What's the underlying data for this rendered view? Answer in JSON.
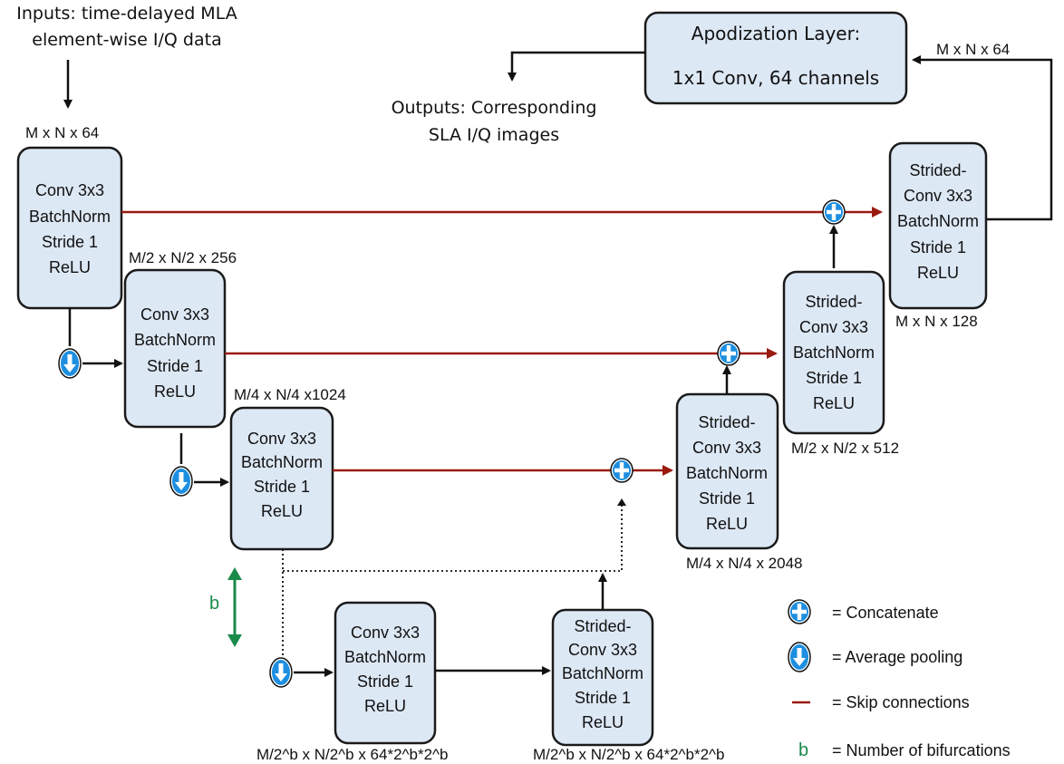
{
  "inputs": {
    "line1": "Inputs: time-delayed MLA",
    "line2": "element-wise I/Q data"
  },
  "outputs": {
    "line1": "Outputs: Corresponding",
    "line2": "SLA I/Q images"
  },
  "apodization": {
    "title": "Apodization Layer:",
    "detail": "1x1 Conv, 64 channels",
    "input_dim": "M x N x 64"
  },
  "encoder": [
    {
      "dim": "M x N x 64",
      "lines": [
        "Conv 3x3",
        "BatchNorm",
        "Stride 1",
        "ReLU"
      ]
    },
    {
      "dim": "M/2 x N/2 x 256",
      "lines": [
        "Conv 3x3",
        "BatchNorm",
        "Stride 1",
        "ReLU"
      ]
    },
    {
      "dim": "M/4 x N/4 x1024",
      "lines": [
        "Conv 3x3",
        "BatchNorm",
        "Stride 1",
        "ReLU"
      ]
    }
  ],
  "bottleneck": [
    {
      "dim": "M/2^b x N/2^b x 64*2^b*2^b",
      "lines": [
        "Conv 3x3",
        "BatchNorm",
        "Stride 1",
        "ReLU"
      ]
    },
    {
      "dim": "M/2^b x N/2^b x 64*2^b*2^b",
      "lines": [
        "Strided-",
        "Conv 3x3",
        "BatchNorm",
        "Stride 1",
        "ReLU"
      ]
    }
  ],
  "decoder": [
    {
      "dim": "M/4 x N/4 x 2048",
      "lines": [
        "Strided-",
        "Conv 3x3",
        "BatchNorm",
        "Stride 1",
        "ReLU"
      ]
    },
    {
      "dim": "M/2 x N/2 x 512",
      "lines": [
        "Strided-",
        "Conv 3x3",
        "BatchNorm",
        "Stride 1",
        "ReLU"
      ]
    },
    {
      "dim": "M x N x 128",
      "lines": [
        "Strided-",
        "Conv 3x3",
        "BatchNorm",
        "Stride 1",
        "ReLU"
      ]
    }
  ],
  "bifurcation_symbol": "b",
  "legend": [
    {
      "symbol": "concatenate",
      "label": "= Concatenate"
    },
    {
      "symbol": "average-pooling",
      "label": "= Average pooling"
    },
    {
      "symbol": "skip-connection",
      "label": "= Skip connections"
    },
    {
      "symbol": "b",
      "label": "= Number of bifurcations"
    }
  ],
  "colors": {
    "box_fill": "#dde8f5",
    "skip_connection": "#9a1a10",
    "symbol_blue": "#1e8fe0",
    "bifurcation_green": "#1a8a4a"
  }
}
